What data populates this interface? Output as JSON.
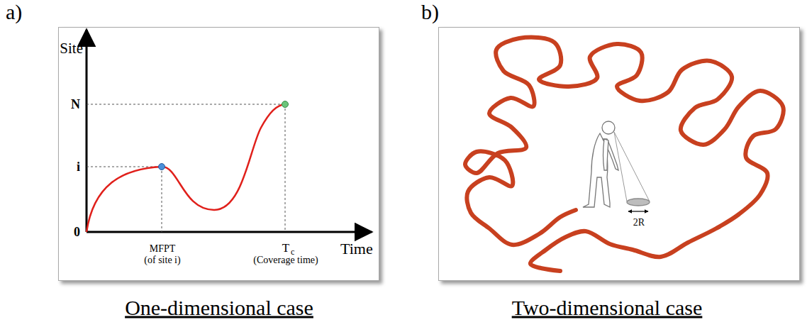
{
  "diagram": {
    "nodes": [
      {
        "text": [
          "Site",
          "N",
          "i",
          "0",
          "MFPT",
          "(of site i)",
          "T",
          "c",
          "(Coverage time)",
          "Time",
          "One-dimensional case"
        ]
      },
      {
        "text": [
          "2R",
          "Two-dimensional case"
        ]
      }
    ],
    "labels": [
      "a)",
      "b)"
    ]
  }
}
